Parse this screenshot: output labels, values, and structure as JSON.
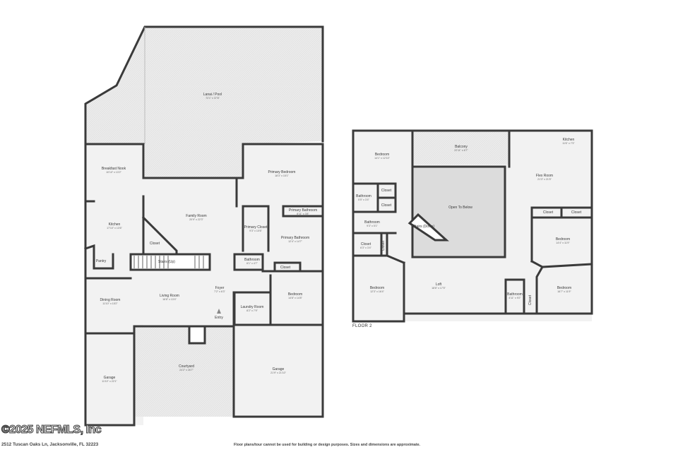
{
  "floor2_label": "FLOOR 2",
  "copyright": "©2025 NEFMLS, Inc",
  "address": "2512 Tuscan Oaks Ln, Jacksonville, FL 32223",
  "disclaimer": "Floor plans/tour cannot be used for building or design purposes. Sizes and dimensions are approximate.",
  "floor1_rooms": [
    {
      "name": "Lanai / Pool",
      "dim": "72'1\" x 37'8\""
    },
    {
      "name": "Breakfast Nook",
      "dim": "10'10\" x 13'2\""
    },
    {
      "name": "Primary Bedroom",
      "dim": "18'3\" x 15'1\""
    },
    {
      "name": "Family Room",
      "dim": "20'9\" x 22'3\""
    },
    {
      "name": "Kitchen",
      "dim": "17'10\" x 13'6\""
    },
    {
      "name": "Primary Closet",
      "dim": "9'3\" x 10'6\""
    },
    {
      "name": "Primary Bathroom",
      "dim": "8'11\" x 3'8\""
    },
    {
      "name": "Primary Bathroom",
      "dim": "12'4\" x 14'7\""
    },
    {
      "name": "Closet",
      "dim": ""
    },
    {
      "name": "Pantry",
      "dim": ""
    },
    {
      "name": "Stairs (Up)",
      "dim": ""
    },
    {
      "name": "Bathroom",
      "dim": "6'1\" x 4'7\""
    },
    {
      "name": "Closet",
      "dim": ""
    },
    {
      "name": "Dining Room",
      "dim": "11'10\" x 15'2\""
    },
    {
      "name": "Living Room",
      "dim": "16'8\" x 13'4\""
    },
    {
      "name": "Foyer",
      "dim": "7'2\" x 6'3\""
    },
    {
      "name": "Laundry Room",
      "dim": "8'2\" x 7'9\""
    },
    {
      "name": "Bedroom",
      "dim": "14'8\" x 14'8\""
    },
    {
      "name": "Entry",
      "dim": ""
    },
    {
      "name": "Courtyard",
      "dim": "24'2\" x 26'7\""
    },
    {
      "name": "Garage",
      "dim": "11'10\" x 22'1\""
    },
    {
      "name": "Garage",
      "dim": "21'9\" x 21'10\""
    }
  ],
  "floor2_rooms": [
    {
      "name": "Bedroom",
      "dim": "14'1\" x 12'10\""
    },
    {
      "name": "Balcony",
      "dim": "22'11\" x 6'7\""
    },
    {
      "name": "Kitchen",
      "dim": "11'6\" x 7'3\""
    },
    {
      "name": "Closet",
      "dim": ""
    },
    {
      "name": "Bathroom",
      "dim": "5'5\" x 3'4\""
    },
    {
      "name": "Closet",
      "dim": ""
    },
    {
      "name": "Open To Below",
      "dim": ""
    },
    {
      "name": "Flex Room",
      "dim": "21'3\" x 21'5\""
    },
    {
      "name": "Bathroom",
      "dim": "9'3\" x 5'1\""
    },
    {
      "name": "Stairs (Down)",
      "dim": ""
    },
    {
      "name": "Closet",
      "dim": ""
    },
    {
      "name": "Closet",
      "dim": ""
    },
    {
      "name": "Bedroom",
      "dim": "14'4\" x 11'9\""
    },
    {
      "name": "Closet",
      "dim": "6'3\" x 3'4\""
    },
    {
      "name": "Closet",
      "dim": ""
    },
    {
      "name": "Bedroom",
      "dim": "12'3\" x 16'4\""
    },
    {
      "name": "Loft",
      "dim": "18'6\" x 17'5\""
    },
    {
      "name": "Bathroom",
      "dim": "4'11\" x 9'2\""
    },
    {
      "name": "Closet",
      "dim": ""
    },
    {
      "name": "Bedroom",
      "dim": "16'7\" x 11'9\""
    }
  ]
}
